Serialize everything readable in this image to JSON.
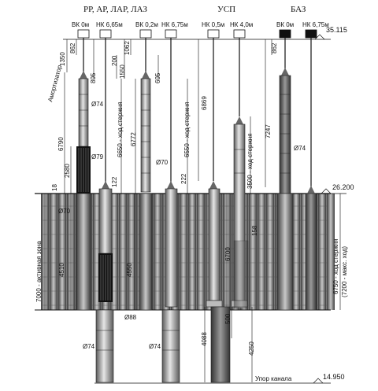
{
  "groups": {
    "group1": "РР, АР, ЛАР, ЛАЗ",
    "group2": "УСП",
    "group3": "БАЗ"
  },
  "drive_labels": [
    "ВК 0м",
    "НК 6,65м",
    "ВК 0,2м",
    "НК 6,75м",
    "НК 0,5м",
    "НК 4,0м",
    "ВК 0м",
    "НК 6,75м"
  ],
  "elevations": {
    "top": "35.115",
    "core_top": "26.200",
    "bottom": "14.950"
  },
  "dimensions": {
    "d1350": "1350",
    "d862a": "862",
    "d805": "805",
    "d200": "200",
    "d1062": "1062",
    "d1550": "1550",
    "d605": "605",
    "d6869": "6869",
    "d862b": "862",
    "d7247": "7247",
    "d6790": "6790",
    "d2580": "2580",
    "d18": "18",
    "d6772": "6772",
    "d122": "122",
    "d222": "222",
    "d4510": "4510",
    "d4550": "4550",
    "d6700": "6700",
    "d158": "158",
    "d500": "500",
    "d4088": "4088",
    "d4250": "4250"
  },
  "diameters": {
    "phi74a": "Ø74",
    "phi79": "Ø79",
    "phi70a": "Ø70",
    "phi70b": "Ø70",
    "phi74b": "Ø74",
    "phi88": "Ø88",
    "phi74c": "Ø74",
    "phi74d": "Ø74"
  },
  "rotated": {
    "damper": "Амортизатор",
    "stroke1": "6650 - ход стержня",
    "stroke2": "6550 - ход стержня",
    "stroke3": "3500 - ход стержня",
    "active_zone": "7000 - активная зона",
    "stroke_right": "6750 - ход стержня",
    "stroke_max": "(7200 - макс. ход)"
  },
  "channel_stop": "Упор канала",
  "colors": {
    "rod_light": "#cfcfcf",
    "rod_dark": "#6e6e6e",
    "absorber": "#111111",
    "line": "#111111"
  }
}
